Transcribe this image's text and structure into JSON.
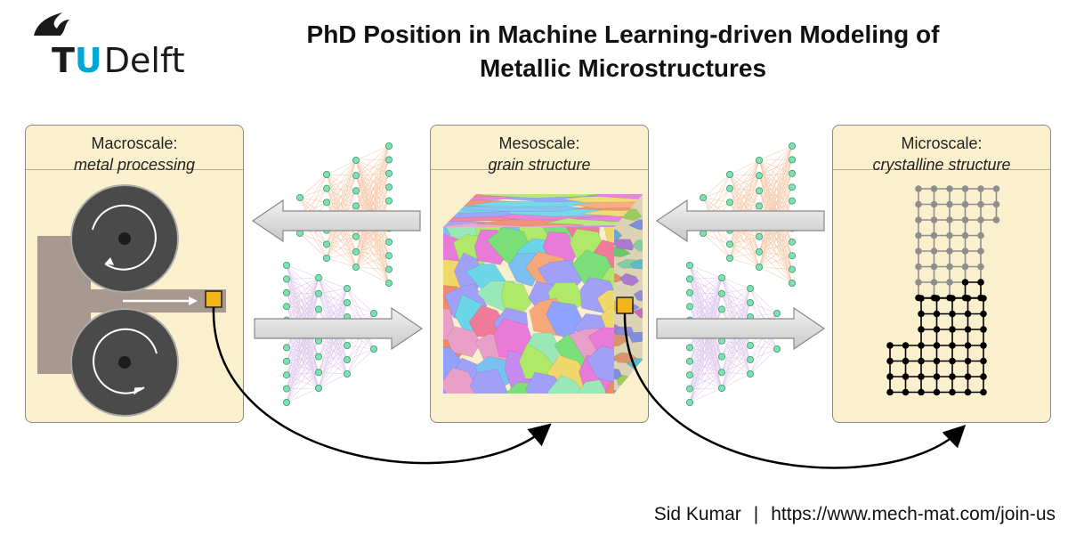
{
  "header": {
    "logo_t": "T",
    "logo_u": "U",
    "logo_rest": "Delft",
    "title_line1": "PhD Position in Machine Learning-driven Modeling of",
    "title_line2": "Metallic Microstructures"
  },
  "panels": {
    "macro": {
      "heading": "Macroscale:",
      "subheading": "metal processing"
    },
    "meso": {
      "heading": "Mesoscale:",
      "subheading": "grain structure"
    },
    "micro": {
      "heading": "Microscale:",
      "subheading": "crystalline structure"
    }
  },
  "footer": {
    "author": "Sid Kumar",
    "separator": "|",
    "url": "https://www.mech-mat.com/join-us"
  },
  "icons": [
    "tudelft-flame-icon",
    "roller-icon",
    "neural-network-icon",
    "arrow-icon",
    "crystal-lattice-icon",
    "grain-cube-icon"
  ],
  "colors": {
    "panel_bg": "#fbf0cd",
    "tud_blue": "#00a6d6",
    "nn_orange": "#f4c4a4",
    "nn_purple": "#dcc3ea",
    "node_green": "#7fe0b0",
    "highlight_square": "#f3b31b"
  }
}
